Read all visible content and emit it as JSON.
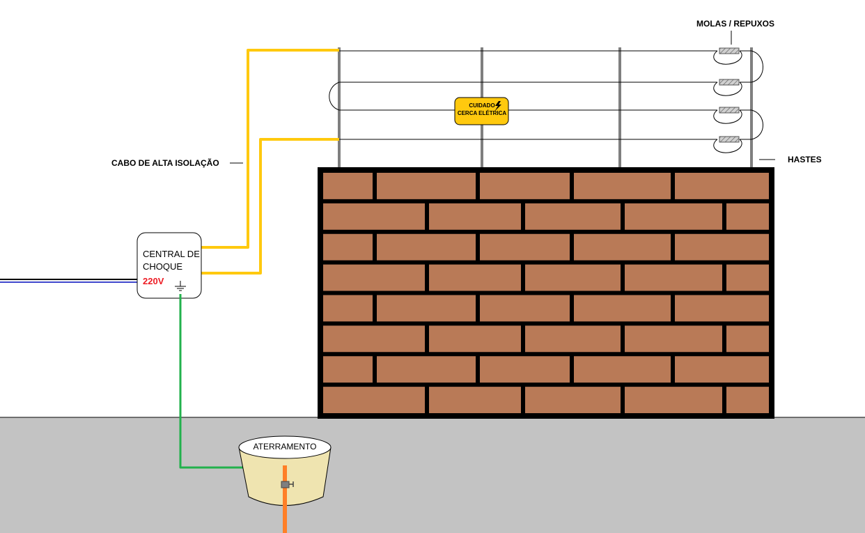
{
  "labels": {
    "springs": "MOLAS / REPUXOS",
    "cable": "CABO DE ALTA ISOLAÇÃO",
    "posts": "HASTES",
    "central_line1": "CENTRAL DE",
    "central_line2": "CHOQUE",
    "voltage": "220V",
    "warning_line1": "CUIDADO",
    "warning_line2": "CERCA ELÉTRICA",
    "grounding": "ATERRAMENTO"
  },
  "colors": {
    "background": "#ffffff",
    "ground": "#c3c3c3",
    "brick": "#b97a57",
    "mortar": "#000000",
    "post": "#7f7f7f",
    "cable_yellow": "#ffc90e",
    "ground_wire": "#22b14c",
    "ground_rod": "#ff7f27",
    "pit": "#efe4b0",
    "voltage_text": "#ed1c24",
    "warning_sign": "#ffc90e",
    "supply_wire_dark": "#000000",
    "supply_wire_blue": "#3f48cc"
  }
}
